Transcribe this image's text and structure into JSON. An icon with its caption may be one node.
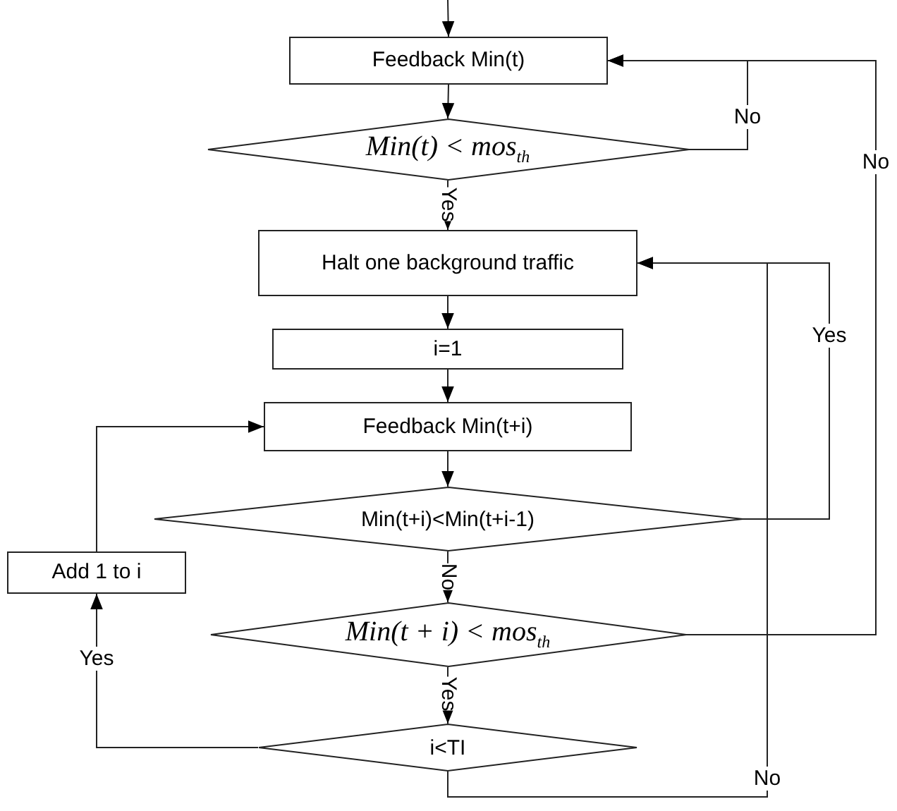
{
  "diagram": {
    "nodes": [
      {
        "text": [
          "Feedback Min(t)"
        ]
      },
      {
        "text": [
          "Min(t) < mos$_{th}$"
        ]
      },
      {
        "text": [
          "Halt one background traffic"
        ]
      },
      {
        "text": [
          "i=1"
        ]
      },
      {
        "text": [
          "Feedback Min(t+i)"
        ]
      },
      {
        "text": [
          "Min(t+i)<Min(t+i-1)"
        ]
      },
      {
        "text": [
          "Add 1 to i"
        ]
      },
      {
        "text": [
          "Min(t + i) < mos$_{th}$"
        ]
      },
      {
        "text": [
          "i<TI"
        ]
      }
    ],
    "edges": [
      {
        "from": null,
        "to": 0,
        "arrow": "to"
      },
      {
        "from": 0,
        "to": 1,
        "arrow": "to"
      },
      {
        "from": 1,
        "to": 2,
        "arrow": "to",
        "label": "Yes"
      },
      {
        "from": 1,
        "to": 0,
        "arrow": "to",
        "label": "No"
      },
      {
        "from": 2,
        "to": 3,
        "arrow": "to"
      },
      {
        "from": 3,
        "to": 4,
        "arrow": "to"
      },
      {
        "from": 4,
        "to": 5,
        "arrow": "to"
      },
      {
        "from": 5,
        "to": 2,
        "arrow": "to",
        "label": "Yes"
      },
      {
        "from": 5,
        "to": 7,
        "arrow": "to",
        "label": "No"
      },
      {
        "from": 7,
        "to": 0,
        "arrow": "to",
        "label": "No"
      },
      {
        "from": 7,
        "to": 8,
        "arrow": "to",
        "label": "Yes"
      },
      {
        "from": 8,
        "to": 2,
        "arrow": "to",
        "label": "No"
      },
      {
        "from": 8,
        "to": 6,
        "arrow": "to",
        "label": "Yes"
      },
      {
        "from": 6,
        "to": 4,
        "arrow": "to"
      }
    ]
  }
}
